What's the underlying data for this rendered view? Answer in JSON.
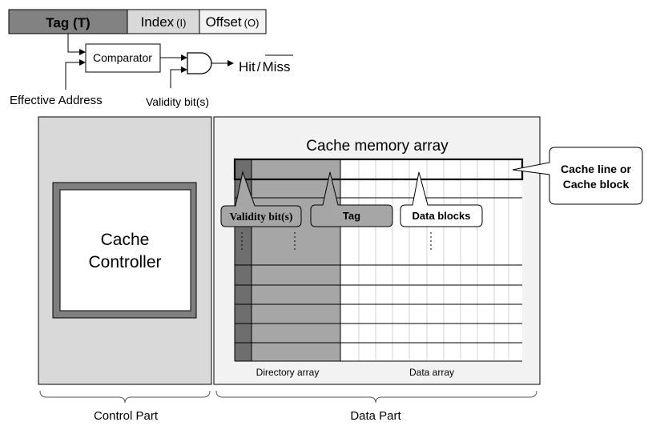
{
  "address_fields": {
    "tag": "Tag (T)",
    "index_word": "Index",
    "index_sym": "(I)",
    "offset_word": "Offset",
    "offset_sym": "(O)"
  },
  "comparator_label": "Comparator",
  "hit": "Hit",
  "hit_sep": "/",
  "miss": "Miss",
  "effective_address": "Effective Address",
  "validity_bits_input": "Validity bit(s)",
  "cache_controller_line1": "Cache",
  "cache_controller_line2": "Controller",
  "cache_memory_array": "Cache memory array",
  "callouts": {
    "validity": "Validity bit(s)",
    "tag": "Tag",
    "data_blocks": "Data blocks",
    "cache_line_1": "Cache line or",
    "cache_line_2": "Cache block"
  },
  "directory_array": "Directory array",
  "data_array": "Data array",
  "control_part": "Control Part",
  "data_part": "Data Part",
  "colors": {
    "tag_field": "#828282",
    "panel_gray": "#d9d9d9",
    "panel_light": "#f2f2f2",
    "validity_col": "#6e6e6e",
    "tag_col": "#a6a6a6",
    "controller_frame": "#7f7f7f"
  }
}
